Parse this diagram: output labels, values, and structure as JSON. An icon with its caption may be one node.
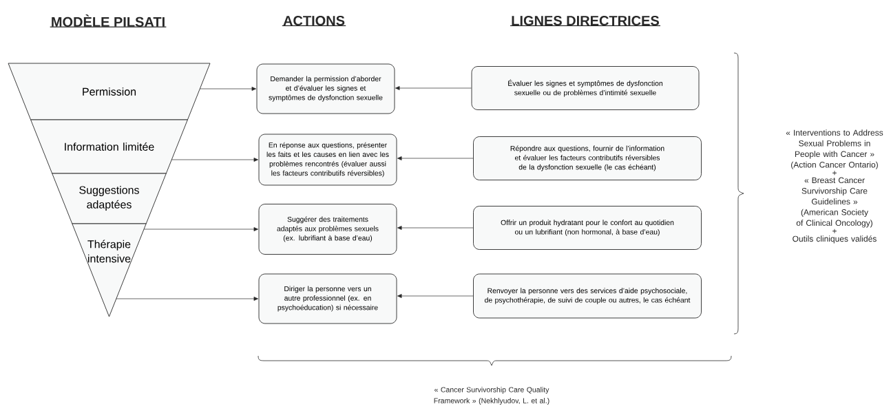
{
  "diagram": {
    "nodes": [
      {
        "text": [
          "Permission"
        ]
      },
      {
        "text": [
          "Information limitée"
        ]
      },
      {
        "text": [
          "Suggestions adaptées"
        ]
      },
      {
        "text": [
          "Thérapie intensive"
        ]
      },
      {
        "text": [
          "Demander la permission d’aborder et d’évaluer les signes et symptômes de dysfonction sexuelle"
        ]
      },
      {
        "text": [
          "En réponse aux questions, présenter les faits et les causes en lien avec les problèmes rencontrés (évaluer aussi les facteurs contributifs réversibles)"
        ]
      },
      {
        "text": [
          "Suggérer des traitements adaptés aux problèmes sexuels (ex. lubrifiant à base d’eau)"
        ]
      },
      {
        "text": [
          "Diriger la personne vers un autre professionnel (ex. en psychoéducation) si nécessaire"
        ]
      },
      {
        "text": [
          "Évaluer les signes et symptômes de dysfonction sexuelle ou de problèmes d’intimité sexuelle"
        ]
      },
      {
        "text": [
          "Répondre aux questions, fournir de l’information et évaluer les facteurs contributifs réversibles de la dysfonction sexuelle (le cas échéant)"
        ]
      },
      {
        "text": [
          "Offrir un produit hydratant pour le confort au quotidien ou un lubrifiant (non hormonal, à base d’eau)"
        ]
      },
      {
        "text": [
          "Renvoyer la personne vers des services d’aide psychosociale, de psychothérapie, de suivi de couple ou autres, le cas échéant"
        ]
      }
    ],
    "edges": [
      {
        "from": 0,
        "to": 4,
        "arrow": "to"
      },
      {
        "from": 8,
        "to": 4,
        "arrow": "to"
      },
      {
        "from": 1,
        "to": 5,
        "arrow": "to"
      },
      {
        "from": 9,
        "to": 5,
        "arrow": "to"
      },
      {
        "from": 2,
        "to": 6,
        "arrow": "to"
      },
      {
        "from": 10,
        "to": 6,
        "arrow": "to"
      },
      {
        "from": 3,
        "to": 7,
        "arrow": "to"
      },
      {
        "from": 11,
        "to": 7,
        "arrow": "to"
      }
    ],
    "labels": [
      "MODÈLE PILSATI",
      "ACTIONS",
      "LIGNES DIRECTRICES",
      "« Interventions to Address Sexual Problems in People with Cancer » (Action Cancer Ontario)",
      "+",
      "« Breast Cancer Survivorship Care Guidelines » (American Society of Clinical Oncology)",
      "+",
      "Outils cliniques validés",
      "« Cancer Survivorship Care Quality Framework » (Nekhlyudov, L. et al.)"
    ]
  }
}
